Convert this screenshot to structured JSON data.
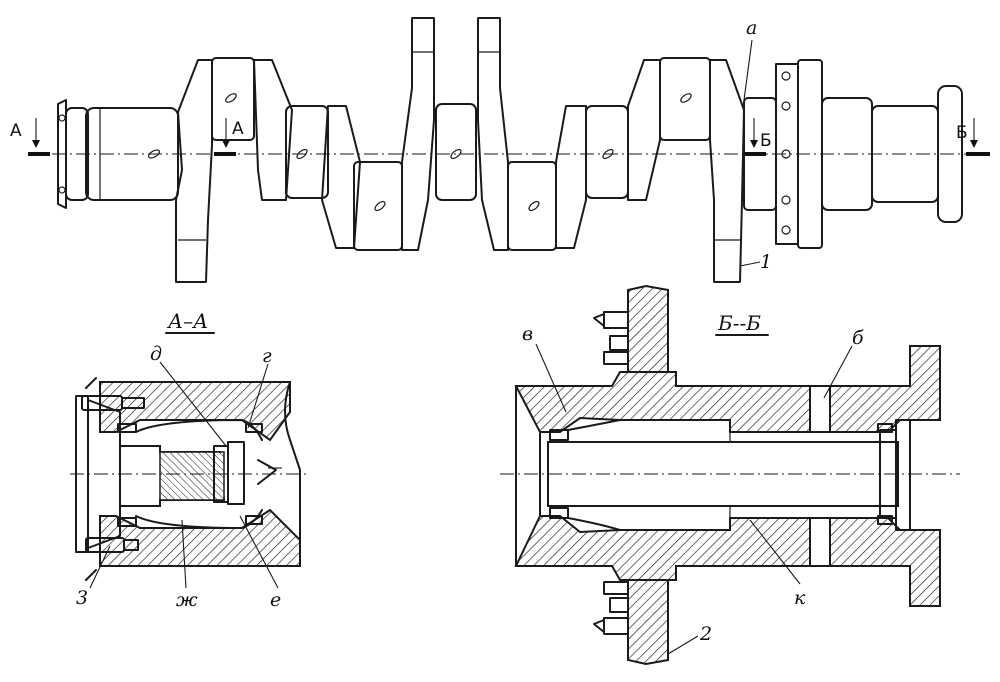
{
  "top_view": {
    "section_a_left": "A",
    "section_a_right": "A",
    "section_b_left": "Б",
    "section_b_right": "Б",
    "label_a": "а",
    "label_1": "1"
  },
  "section_aa": {
    "title": "А–А",
    "label_d": "д",
    "label_g": "г",
    "label_3": "3",
    "label_zh": "ж",
    "label_e": "е"
  },
  "section_bb": {
    "title": "Б--Б",
    "label_v": "в",
    "label_b": "б",
    "label_k": "к",
    "label_2": "2"
  }
}
